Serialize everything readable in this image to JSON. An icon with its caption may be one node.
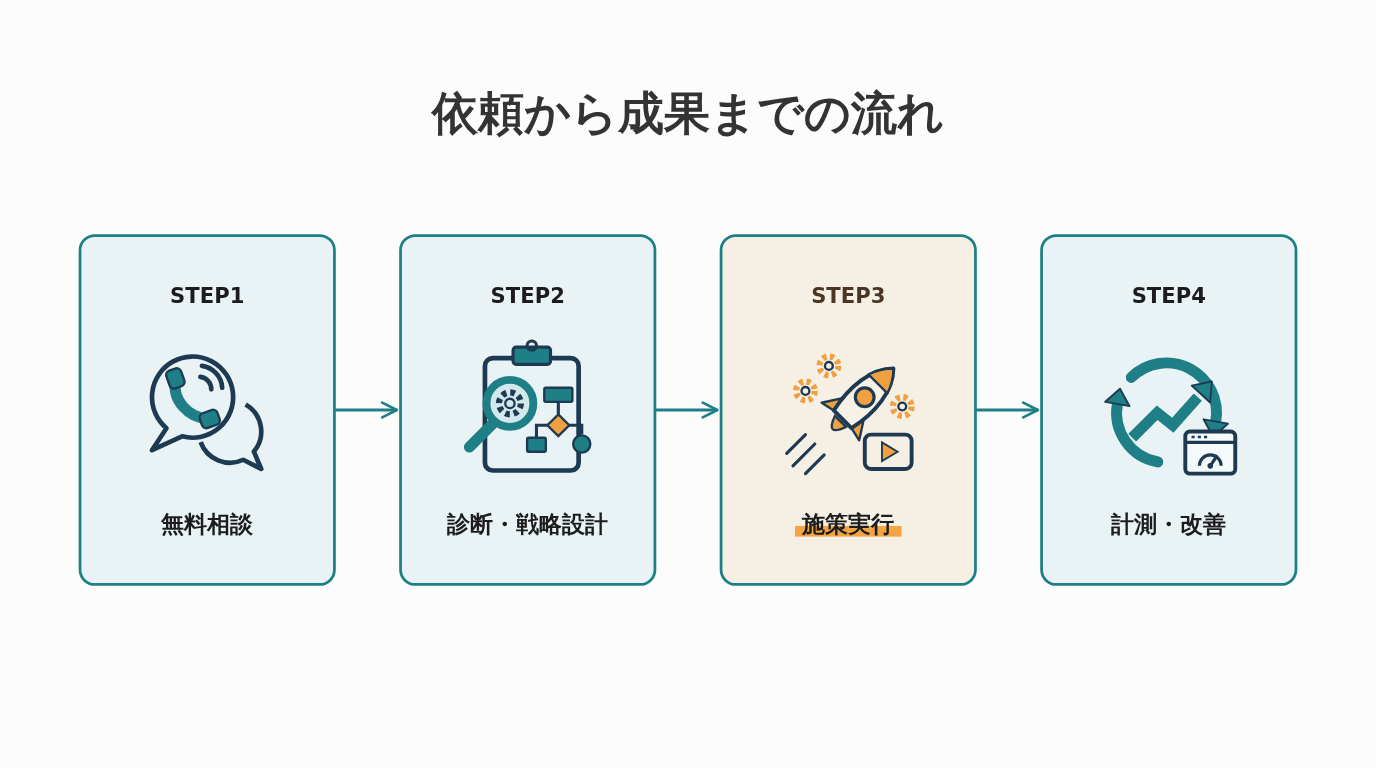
{
  "diagram": {
    "title": "依頼から成果までの流れ",
    "nodes": [
      {
        "text": [
          "STEP1",
          "無料相談"
        ]
      },
      {
        "text": [
          "STEP2",
          "診断・戦略設計"
        ]
      },
      {
        "text": [
          "STEP3",
          "施策実行"
        ]
      },
      {
        "text": [
          "STEP4",
          "計測・改善"
        ]
      }
    ],
    "edges": [
      {
        "from": 0,
        "to": 1,
        "arrow": "to"
      },
      {
        "from": 1,
        "to": 2,
        "arrow": "to"
      },
      {
        "from": 2,
        "to": 3,
        "arrow": "to"
      }
    ]
  }
}
